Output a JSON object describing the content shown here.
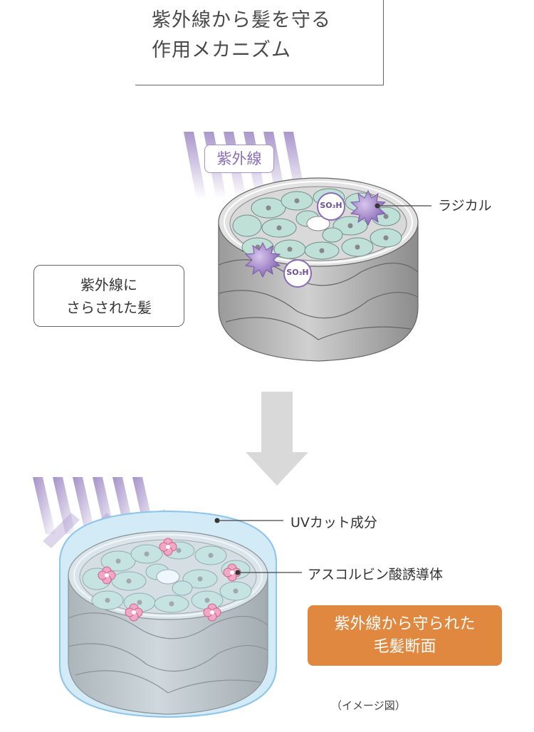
{
  "title": {
    "line1": "紫外線から髪を守る",
    "line2": "作用メカニズム"
  },
  "top_diagram": {
    "uv_tag": "紫外線",
    "radical_label": "ラジカル",
    "so3h_label": "SO₃H",
    "state_box": {
      "line1": "紫外線に",
      "line2": "さらされた髪"
    }
  },
  "bottom_diagram": {
    "uv_cut_label": "UVカット成分",
    "ascorbic_label": "アスコルビン酸誘導体",
    "state_box": {
      "line1": "紫外線から守られた",
      "line2": "毛髪断面"
    }
  },
  "caption": "（イメージ図）",
  "colors": {
    "uv_purple": "#a08cc6",
    "cell_green": "#bfe0d6",
    "accent_orange": "#e0883f",
    "coating_blue": "#cfe8f7",
    "arrow_gray": "#d9d9d9"
  }
}
